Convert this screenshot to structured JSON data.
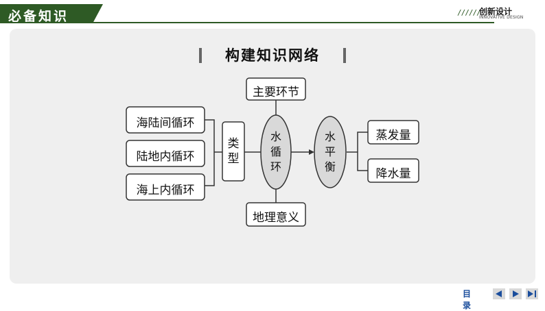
{
  "header": {
    "section_title": "必备知识",
    "brand_name": "创新设计",
    "brand_sub": "INNOVATIVE DESIGN",
    "brand_stripes": "//////"
  },
  "heading": "构建知识网络",
  "diagram": {
    "types_box": "类型",
    "types": [
      "海陆间循环",
      "陆地内循环",
      "海上内循环"
    ],
    "water_cycle": "水循环",
    "top_node": "主要环节",
    "bottom_node": "地理意义",
    "water_balance": "水平衡",
    "outputs": [
      "蒸发量",
      "降水量"
    ]
  },
  "footer": {
    "toc_label": "目录"
  },
  "colors": {
    "accent": "#2e5a25",
    "panel": "#efefef",
    "ellipse_fill": "#d9d9d9",
    "nav_blue": "#1a4d9c"
  }
}
